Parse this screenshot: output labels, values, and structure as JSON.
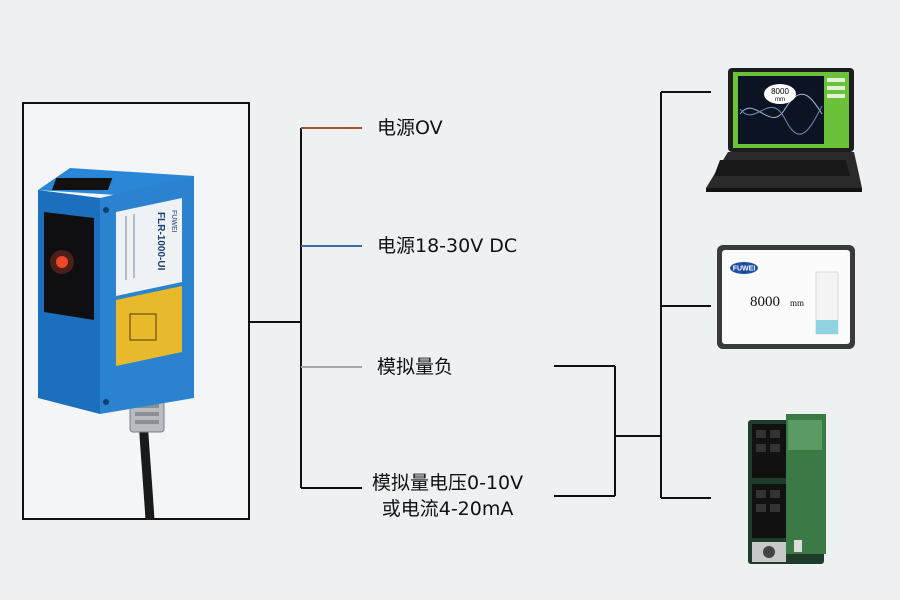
{
  "wires": {
    "w1": "电源OV",
    "w2": "电源18-30V DC",
    "w3": "模拟量负",
    "w4_line1": "模拟量电压0-10V",
    "w4_line2": "或电流4-20mA"
  },
  "sensor": {
    "brand": "FUWEI",
    "model": "FLR-1000-UI"
  },
  "laptop": {
    "value": "8000",
    "unit": "mm"
  },
  "display": {
    "brand": "FUWEI",
    "value": "8000",
    "unit": "mm"
  },
  "colors": {
    "wire_brown": "#a0522d",
    "wire_blue": "#3a6ea5",
    "wire_gray": "#a8a8a8",
    "wire_black": "#111111",
    "sensor_blue": "#1f73c4",
    "label_yellow": "#e8b92a",
    "screen_green": "#6cc13a"
  }
}
